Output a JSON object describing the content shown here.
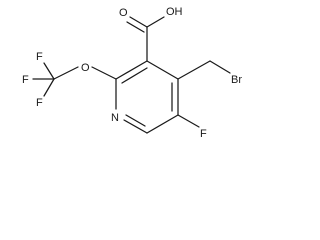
{
  "atoms": {
    "o_carbonyl": "O",
    "oh": "OH",
    "o_ether": "O",
    "f_cf3_top": "F",
    "f_cf3_left": "F",
    "f_cf3_bottom": "F",
    "br": "Br",
    "n_ring": "N",
    "f_ring": "F"
  }
}
